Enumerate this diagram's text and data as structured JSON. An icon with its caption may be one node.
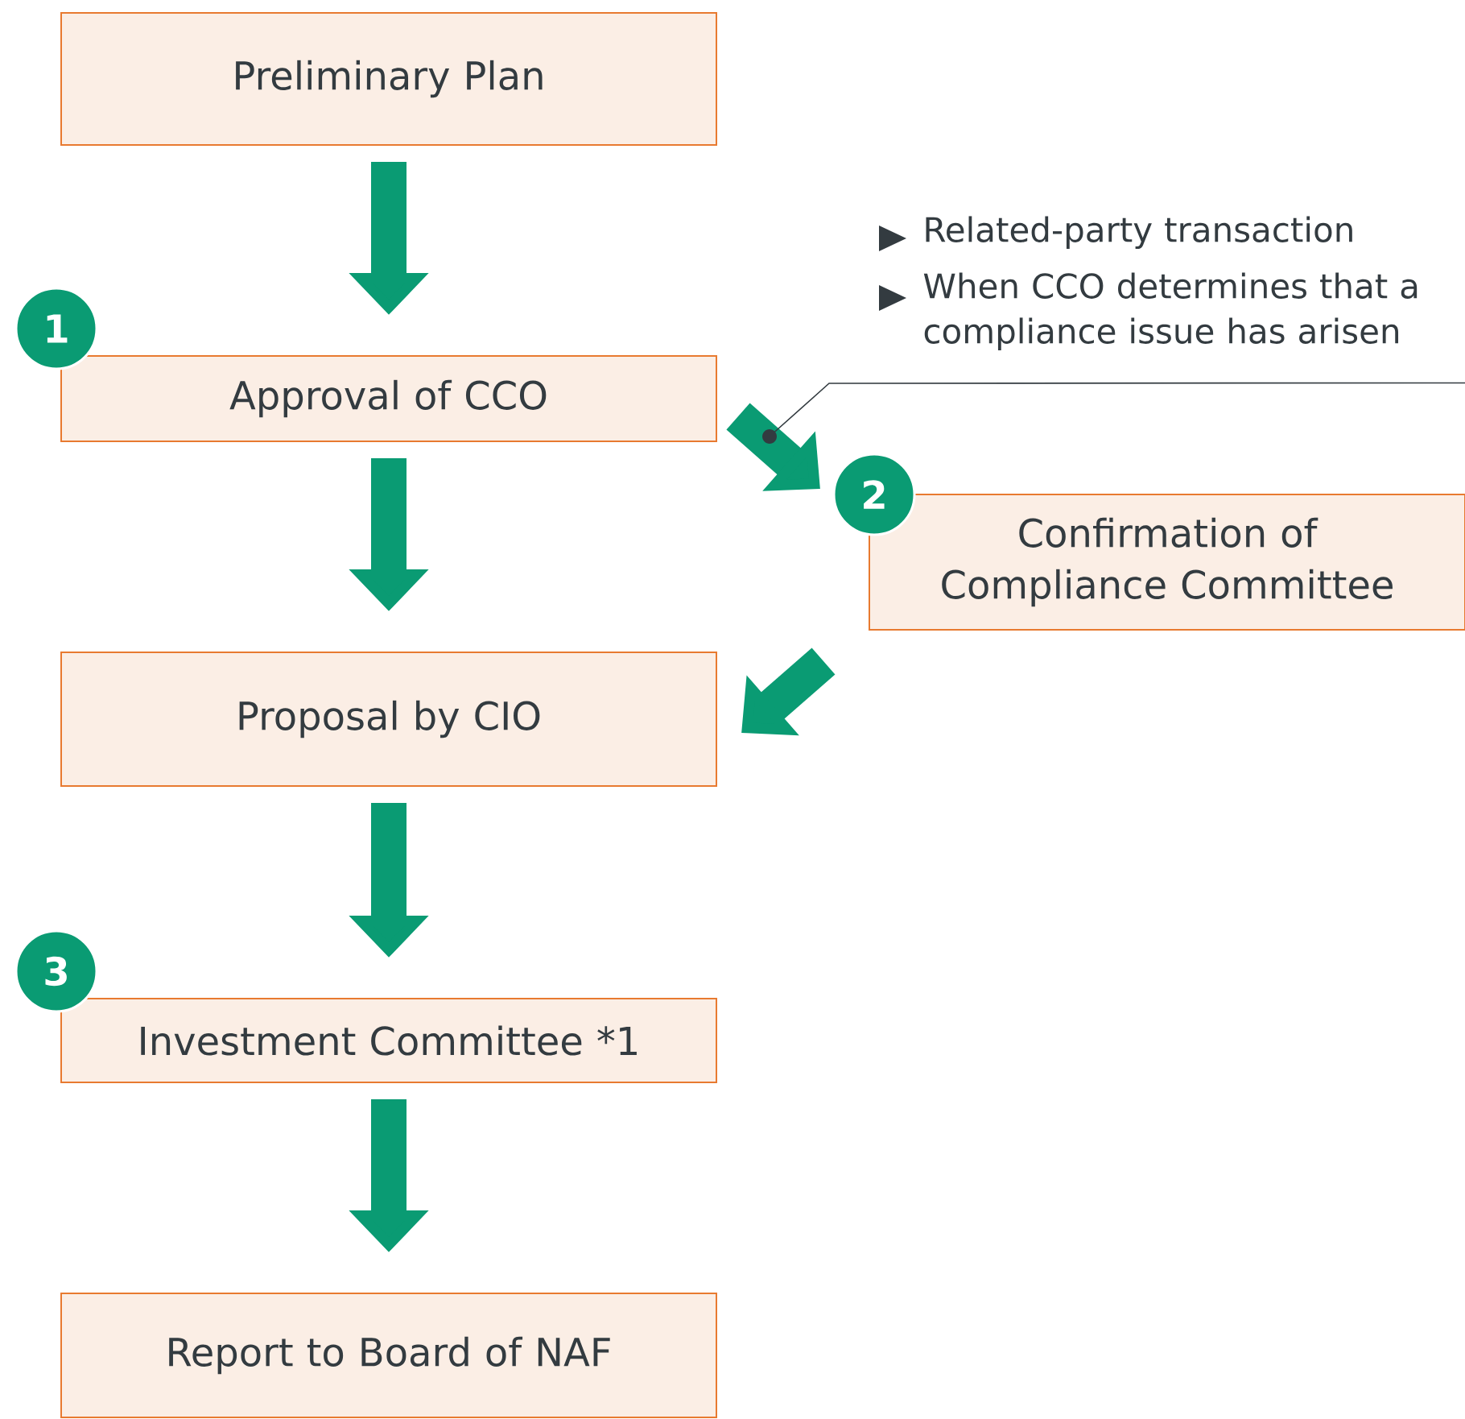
{
  "diagram": {
    "nodes": [
      {
        "text": [
          "Preliminary Plan"
        ]
      },
      {
        "text": [
          "Approval of CCO"
        ]
      },
      {
        "text": [
          "Confirmation of Compliance Committee"
        ]
      },
      {
        "text": [
          "Proposal by CIO"
        ]
      },
      {
        "text": [
          "Investment Committee *1"
        ]
      },
      {
        "text": [
          "Report to Board of NAF"
        ]
      },
      {
        "text": [
          "Related-party transaction",
          "When CCO determines that a compliance issue has arisen"
        ]
      }
    ],
    "edges": [
      {
        "from": 0,
        "to": 1,
        "arrow": "to"
      },
      {
        "from": 1,
        "to": 2,
        "arrow": "to"
      },
      {
        "from": 1,
        "to": 3,
        "arrow": "to"
      },
      {
        "from": 2,
        "to": 3,
        "arrow": "to"
      },
      {
        "from": 3,
        "to": 4,
        "arrow": "to"
      },
      {
        "from": 4,
        "to": 5,
        "arrow": "to"
      },
      {
        "from": 6,
        "to": null,
        "arrow": "other",
        "color": "#333b40"
      }
    ],
    "labels": [
      "1",
      "2",
      "3"
    ]
  }
}
